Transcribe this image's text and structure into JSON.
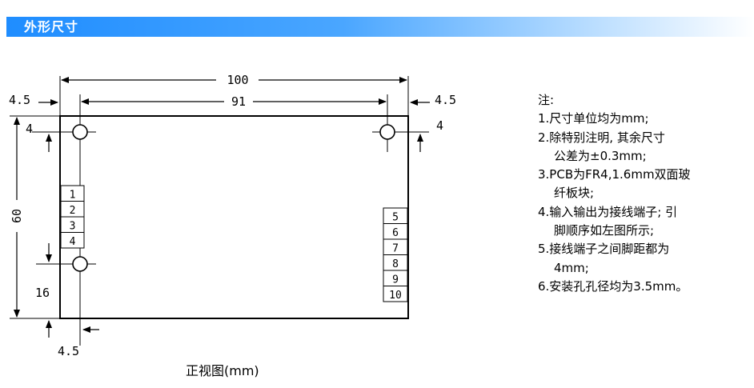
{
  "header": {
    "title": "外形尺寸"
  },
  "dims": {
    "width_total": "100",
    "hole_spacing": "91",
    "edge_left": "4.5",
    "edge_right": "4.5",
    "top_left": "4",
    "top_right": "4",
    "height": "60",
    "bottom_hole": "16",
    "bottom_left": "4.5"
  },
  "terminals": {
    "left": [
      "1",
      "2",
      "3",
      "4"
    ],
    "right": [
      "5",
      "6",
      "7",
      "8",
      "9",
      "10"
    ]
  },
  "notes": {
    "heading": "注:",
    "lines": [
      "1.尺寸单位均为mm;",
      "2.除特别注明, 其余尺寸",
      "公差为±0.3mm;",
      "3.PCB为FR4,1.6mm双面玻",
      "纤板块;",
      "4.输入输出为接线端子; 引",
      "脚顺序如左图所示;",
      "5.接线端子之间脚距都为",
      "4mm;",
      "6.安装孔孔径均为3.5mm。"
    ]
  },
  "caption": "正视图(mm)"
}
